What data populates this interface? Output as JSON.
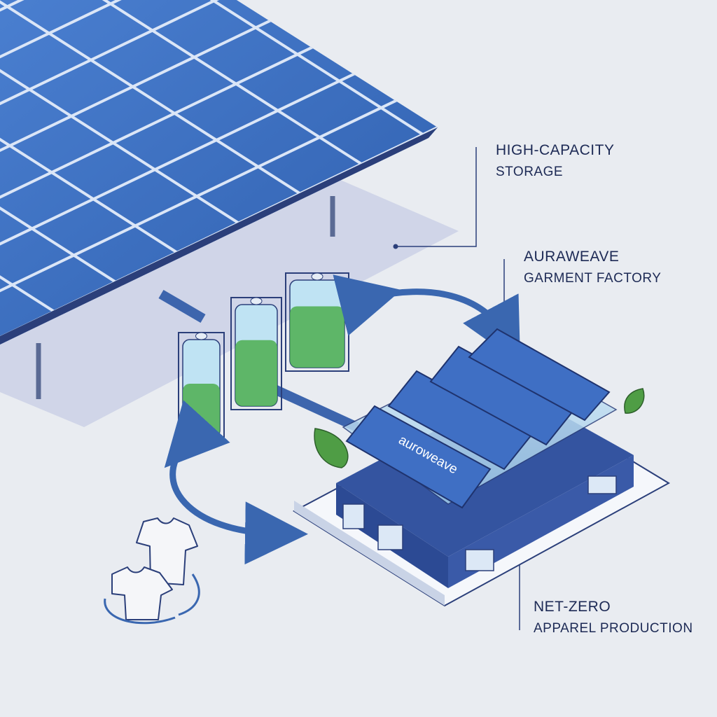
{
  "labels": {
    "storage": {
      "line1": "HIGH-CAPACITY",
      "line2": "STORAGE"
    },
    "factory": {
      "line1": "AURAWEAVE",
      "line2": "GARMENT FACTORY"
    },
    "production": {
      "line1": "NET-ZERO",
      "line2": "APPAREL PRODUCTION"
    }
  },
  "factory_sign": "auroweave",
  "colors": {
    "background": "#e9ecf1",
    "panel": "#3d6fc0",
    "frame": "#2b3f7a",
    "battery_green": "#4cae4f",
    "roof": "#3f6fc4",
    "arrow": "#3a67b0",
    "leaf": "#4f9d45",
    "text": "#1d2a55"
  },
  "battery_levels": [
    0.55,
    0.65,
    0.7
  ]
}
